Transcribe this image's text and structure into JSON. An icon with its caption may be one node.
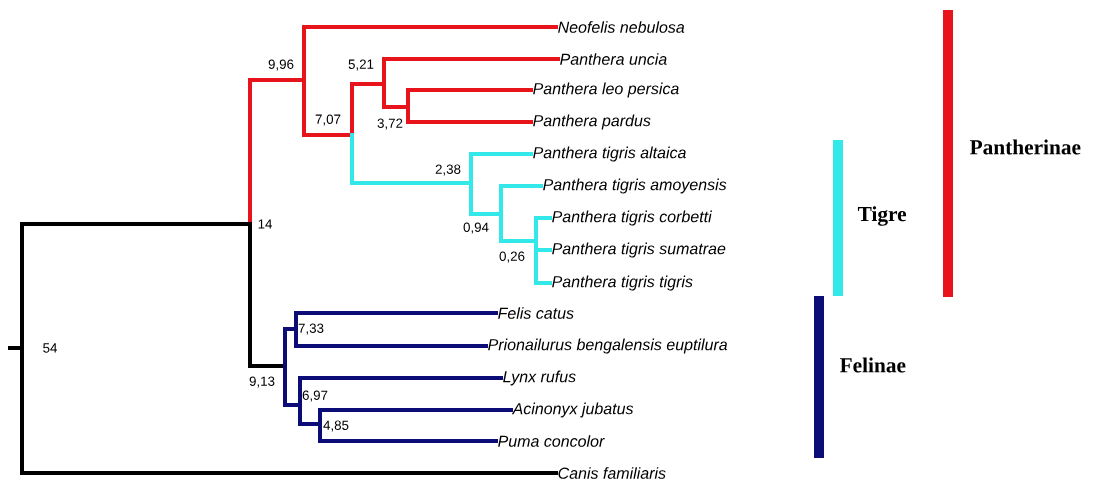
{
  "diagram": {
    "nodes": [
      {
        "text": [
          "54"
        ]
      },
      {
        "text": [
          "14"
        ]
      },
      {
        "text": [
          "9,96"
        ]
      },
      {
        "text": [
          "*Neofelis nebulosa*"
        ]
      },
      {
        "text": [
          "7,07"
        ]
      },
      {
        "text": [
          "5,21"
        ]
      },
      {
        "text": [
          "*Panthera uncia*"
        ]
      },
      {
        "text": [
          "3,72"
        ]
      },
      {
        "text": [
          "*Panthera leo persica*"
        ]
      },
      {
        "text": [
          "*Panthera pardus*"
        ]
      },
      {
        "text": [
          "2,38"
        ]
      },
      {
        "text": [
          "*Panthera tigris altaica*"
        ]
      },
      {
        "text": [
          "0,94"
        ]
      },
      {
        "text": [
          "*Panthera tigris amoyensis*"
        ]
      },
      {
        "text": [
          "0,26"
        ]
      },
      {
        "text": [
          "*Panthera tigris corbetti*"
        ]
      },
      {
        "text": [
          "*Panthera tigris sumatrae*"
        ]
      },
      {
        "text": [
          "*Panthera tigris tigris*"
        ]
      },
      {
        "text": [
          "9,13"
        ]
      },
      {
        "text": [
          "7,33"
        ]
      },
      {
        "text": [
          "*Felis catus*"
        ]
      },
      {
        "text": [
          "*Prionailurus bengalensis euptilura*"
        ]
      },
      {
        "text": [
          "6,97"
        ]
      },
      {
        "text": [
          "*Lynx rufus*"
        ]
      },
      {
        "text": [
          "4,85"
        ]
      },
      {
        "text": [
          "*Acinonyx jubatus*"
        ]
      },
      {
        "text": [
          "*Puma concolor*"
        ]
      },
      {
        "text": [
          "*Canis familiaris*"
        ]
      }
    ],
    "edges": [
      {
        "from": 0,
        "to": 1,
        "arrow": "none",
        "color": "#000000"
      },
      {
        "from": 0,
        "to": 27,
        "arrow": "none",
        "color": "#000000"
      },
      {
        "from": 1,
        "to": 2,
        "arrow": "none",
        "color": "#e8141c"
      },
      {
        "from": 1,
        "to": 18,
        "arrow": "none",
        "color": "#000000"
      },
      {
        "from": 2,
        "to": 3,
        "arrow": "none",
        "color": "#e8141c"
      },
      {
        "from": 2,
        "to": 4,
        "arrow": "none",
        "color": "#e8141c"
      },
      {
        "from": 4,
        "to": 5,
        "arrow": "none",
        "color": "#e8141c"
      },
      {
        "from": 5,
        "to": 6,
        "arrow": "none",
        "color": "#e8141c"
      },
      {
        "from": 5,
        "to": 7,
        "arrow": "none",
        "color": "#e8141c"
      },
      {
        "from": 7,
        "to": 8,
        "arrow": "none",
        "color": "#e8141c"
      },
      {
        "from": 7,
        "to": 9,
        "arrow": "none",
        "color": "#e8141c"
      },
      {
        "from": 4,
        "to": 10,
        "arrow": "none",
        "color": "#33e8e8"
      },
      {
        "from": 10,
        "to": 11,
        "arrow": "none",
        "color": "#33e8e8"
      },
      {
        "from": 10,
        "to": 12,
        "arrow": "none",
        "color": "#33e8e8"
      },
      {
        "from": 12,
        "to": 13,
        "arrow": "none",
        "color": "#33e8e8"
      },
      {
        "from": 12,
        "to": 14,
        "arrow": "none",
        "color": "#33e8e8"
      },
      {
        "from": 14,
        "to": 15,
        "arrow": "none",
        "color": "#33e8e8"
      },
      {
        "from": 14,
        "to": 16,
        "arrow": "none",
        "color": "#33e8e8"
      },
      {
        "from": 14,
        "to": 17,
        "arrow": "none",
        "color": "#33e8e8"
      },
      {
        "from": 18,
        "to": 19,
        "arrow": "none",
        "color": "#0c0c78"
      },
      {
        "from": 18,
        "to": 22,
        "arrow": "none",
        "color": "#0c0c78"
      },
      {
        "from": 19,
        "to": 20,
        "arrow": "none",
        "color": "#0c0c78"
      },
      {
        "from": 19,
        "to": 21,
        "arrow": "none",
        "color": "#0c0c78"
      },
      {
        "from": 22,
        "to": 23,
        "arrow": "none",
        "color": "#0c0c78"
      },
      {
        "from": 22,
        "to": 24,
        "arrow": "none",
        "color": "#0c0c78"
      },
      {
        "from": 24,
        "to": 25,
        "arrow": "none",
        "color": "#0c0c78"
      },
      {
        "from": 24,
        "to": 26,
        "arrow": "none",
        "color": "#0c0c78"
      }
    ],
    "labels": [
      "Pantherinae",
      "Tigre",
      "Felinae"
    ]
  }
}
